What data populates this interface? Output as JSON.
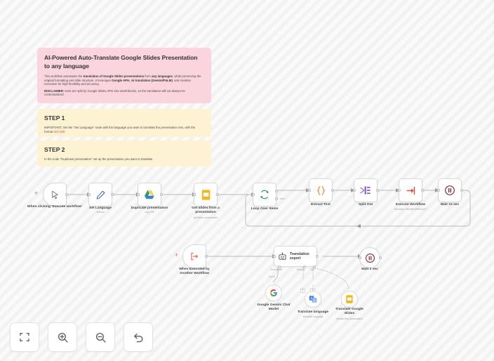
{
  "canvas": {
    "background": "#f6f6f6",
    "stripe": "#f2f2f2"
  },
  "sticky_notes": [
    {
      "id": "intro",
      "color": "#fbd5dd",
      "title": "AI-Powered Auto-Translate Google Slides Presentation to any language",
      "paragraphs": [
        "This workflow automates the translation of Google Slides presentations from any languages, while preserving the original formatting and slide structure. It leverages Google APIs, AI translation (Gemini/PaLM), and modular execution for high flexibility and accuracy.",
        "DISCLAIMER: texts are split by Google Slides APIs into small blocks, so the translation will not always be contextualized."
      ]
    },
    {
      "id": "step1",
      "color": "#fdf2d2",
      "title": "STEP 1",
      "paragraphs": [
        "IMPORTANT: Set the \"Set Language\" node with the language you want to translate the presentation into, with the format ISO-639"
      ],
      "link_text": "ISO-639"
    },
    {
      "id": "step2",
      "color": "#fdf2d2",
      "title": "STEP 2",
      "paragraphs": [
        "In the node \"Duplicate presentation\" set up the presentation you want to translate"
      ]
    }
  ],
  "main_flow": {
    "nodes": [
      {
        "name": "When clicking 'Execute workflow'",
        "subtitle": "",
        "icon": "cursor-icon"
      },
      {
        "name": "Set Language",
        "subtitle": "manual",
        "icon": "pencil-icon"
      },
      {
        "name": "Duplicate presentation",
        "subtitle": "copy: file",
        "icon": "google-drive-icon"
      },
      {
        "name": "Get slides from a presentation",
        "subtitle": "getSlides: presentation",
        "icon": "google-slides-icon"
      },
      {
        "name": "Loop Over Items",
        "subtitle": "",
        "icon": "loop-icon"
      },
      {
        "name": "Extract Text",
        "subtitle": "",
        "icon": "code-braces-icon"
      },
      {
        "name": "Split Out",
        "subtitle": "",
        "icon": "split-out-icon"
      },
      {
        "name": "Execute Workflow",
        "subtitle": "Workflow: fk8U8Ns0R8XveOY",
        "icon": "execute-workflow-icon"
      },
      {
        "name": "Wait 10 sec",
        "subtitle": "",
        "icon": "wait-pause-icon"
      }
    ],
    "loop_output_label": "done"
  },
  "sub_flow": {
    "trigger": {
      "name": "When Executed by Another Workflow",
      "icon": "execute-trigger-icon"
    },
    "agent": {
      "name": "Translation expert",
      "icon": "robot-icon"
    },
    "agent_ports": [
      "Chat Model*",
      "Memory",
      "Tool"
    ],
    "model_edge_label": "Model",
    "wait": {
      "name": "Wait 3 sec",
      "icon": "wait-pause-icon"
    },
    "sub_nodes": [
      {
        "name": "Google Gemini Chat Model",
        "subtitle": "",
        "icon": "google-gemini-icon"
      },
      {
        "name": "Translate language",
        "subtitle": "translate: language",
        "icon": "google-translate-icon"
      },
      {
        "name": "Translate Google Slides",
        "subtitle": "replaceText: presentation",
        "icon": "google-slides-icon"
      }
    ]
  },
  "toolbar": {
    "buttons": [
      {
        "name": "zoom-to-fit",
        "icon": "fit-screen-icon"
      },
      {
        "name": "zoom-in",
        "icon": "zoom-in-icon"
      },
      {
        "name": "zoom-out",
        "icon": "zoom-out-icon"
      },
      {
        "name": "reset-zoom",
        "icon": "undo-icon"
      }
    ]
  }
}
